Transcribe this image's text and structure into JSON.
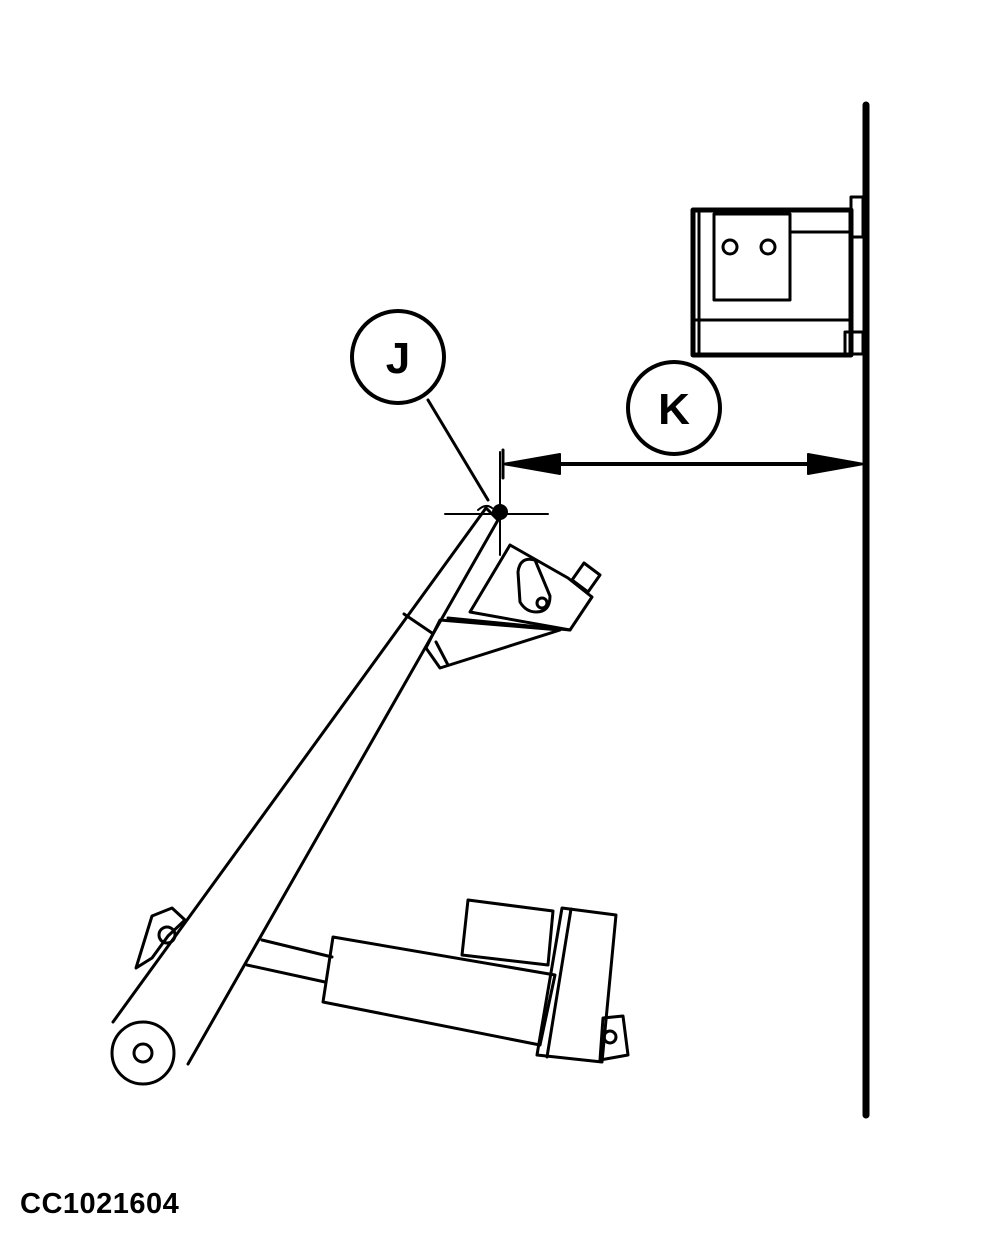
{
  "callouts": {
    "j": "J",
    "k": "K"
  },
  "figure_id": "CC1021604",
  "colors": {
    "ink": "#000000",
    "paper": "#ffffff"
  }
}
